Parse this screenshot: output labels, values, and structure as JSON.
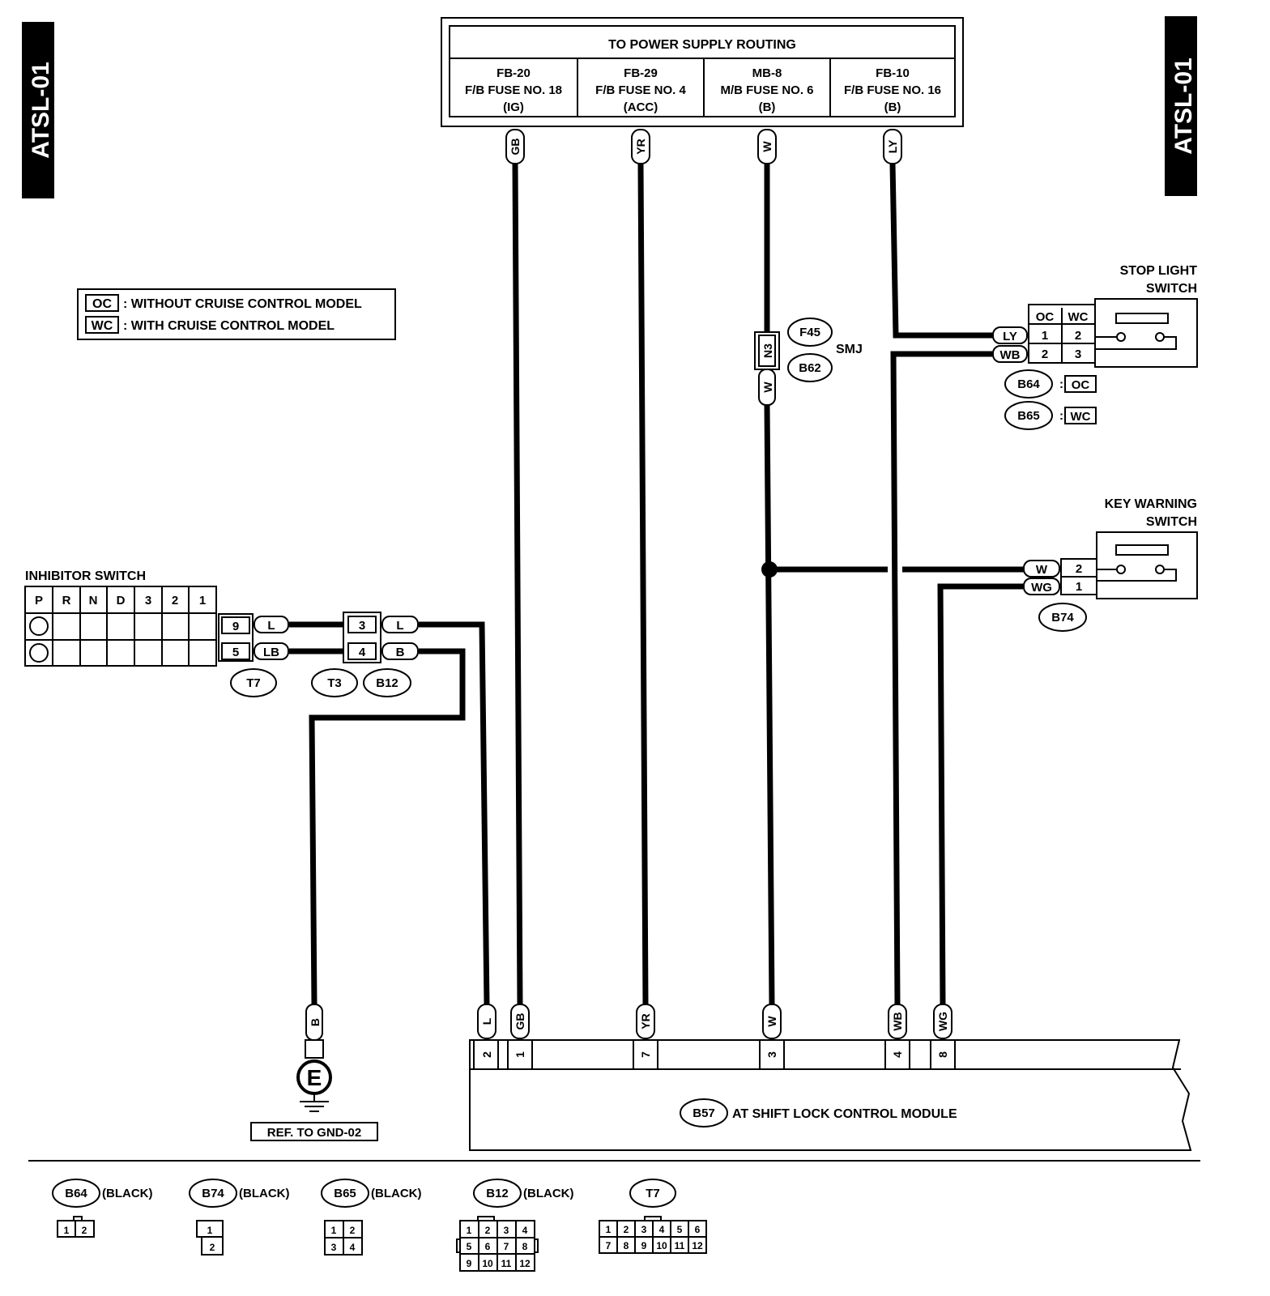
{
  "page": {
    "tag_left": "ATSL-01",
    "tag_right": "ATSL-01"
  },
  "power_supply": {
    "title": "TO POWER SUPPLY ROUTING",
    "fuses": [
      {
        "line1": "FB-20",
        "line2": "F/B FUSE NO. 18",
        "line3": "(IG)",
        "wire": "GB"
      },
      {
        "line1": "FB-29",
        "line2": "F/B FUSE NO. 4",
        "line3": "(ACC)",
        "wire": "YR"
      },
      {
        "line1": "MB-8",
        "line2": "M/B FUSE NO. 6",
        "line3": "(B)",
        "wire": "W"
      },
      {
        "line1": "FB-10",
        "line2": "F/B FUSE NO. 16",
        "line3": "(B)",
        "wire": "LY"
      }
    ]
  },
  "legend": {
    "oc_code": "OC",
    "oc_text": ": WITHOUT CRUISE CONTROL MODEL",
    "wc_code": "WC",
    "wc_text": ": WITH CRUISE CONTROL MODEL"
  },
  "smj": {
    "label": "SMJ",
    "conn_top": "F45",
    "conn_bottom": "B62",
    "pin": "N3",
    "wire_below": "W"
  },
  "stop_light_switch": {
    "title_1": "STOP LIGHT",
    "title_2": "SWITCH",
    "col_oc": "OC",
    "col_wc": "WC",
    "rows": [
      {
        "wire": "LY",
        "oc": "1",
        "wc": "2"
      },
      {
        "wire": "WB",
        "oc": "2",
        "wc": "3"
      }
    ],
    "note_1_conn": "B64",
    "note_1_code": "OC",
    "note_2_conn": "B65",
    "note_2_code": "WC"
  },
  "key_warning_switch": {
    "title_1": "KEY WARNING",
    "title_2": "SWITCH",
    "rows": [
      {
        "wire": "W",
        "pin": "2"
      },
      {
        "wire": "WG",
        "pin": "1"
      }
    ],
    "conn": "B74"
  },
  "inhibitor_switch": {
    "title": "INHIBITOR SWITCH",
    "positions": [
      "P",
      "R",
      "N",
      "D",
      "3",
      "2",
      "1"
    ],
    "t7_rows": [
      {
        "pin": "9",
        "wire": "L"
      },
      {
        "pin": "5",
        "wire": "LB"
      }
    ],
    "t3_rows": [
      {
        "pin": "3",
        "wire": "L"
      },
      {
        "pin": "4",
        "wire": "B"
      }
    ],
    "conn_t7": "T7",
    "conn_t3": "T3",
    "conn_b12": "B12"
  },
  "ground": {
    "wire": "B",
    "symbol": "E",
    "ref": "REF. TO GND-02"
  },
  "module": {
    "conn": "B57",
    "name": "AT SHIFT LOCK CONTROL MODULE",
    "pins": [
      {
        "wire": "L",
        "pin": "2"
      },
      {
        "wire": "GB",
        "pin": "1"
      },
      {
        "wire": "YR",
        "pin": "7"
      },
      {
        "wire": "W",
        "pin": "3"
      },
      {
        "wire": "WB",
        "pin": "4"
      },
      {
        "wire": "WG",
        "pin": "8"
      }
    ]
  },
  "connector_views": [
    {
      "id": "B64",
      "color": "(BLACK)",
      "cells": [
        "1",
        "2"
      ]
    },
    {
      "id": "B74",
      "color": "(BLACK)",
      "cells": [
        "1",
        "2"
      ]
    },
    {
      "id": "B65",
      "color": "(BLACK)",
      "cells": [
        "1",
        "2",
        "3",
        "4"
      ]
    },
    {
      "id": "B12",
      "color": "(BLACK)",
      "cells": [
        "1",
        "2",
        "3",
        "4",
        "5",
        "6",
        "7",
        "8",
        "9",
        "10",
        "11",
        "12"
      ]
    },
    {
      "id": "T7",
      "color": "",
      "cells": [
        "1",
        "2",
        "3",
        "4",
        "5",
        "6",
        "7",
        "8",
        "9",
        "10",
        "11",
        "12"
      ]
    }
  ]
}
